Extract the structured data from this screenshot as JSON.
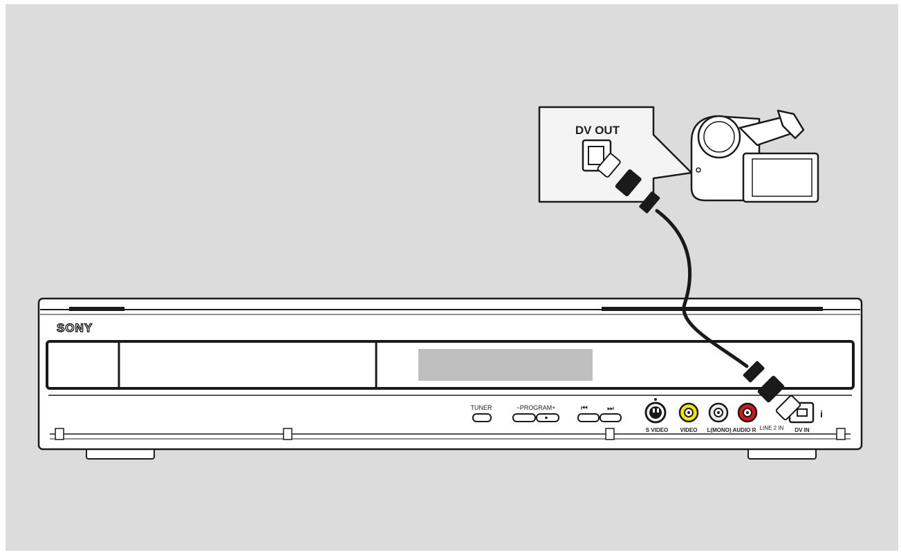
{
  "diagram": {
    "colors": {
      "background": "#dcdcdc",
      "device_fill": "#ffffff",
      "stroke": "#1a1a1a",
      "display_window": "#bfbfbf",
      "video_jack": "#f2e600",
      "audio_r_jack": "#d9141b",
      "callout_fill": "#f4f4f4"
    },
    "brand": "SONY",
    "callout": {
      "port_label": "DV OUT"
    },
    "recorder": {
      "buttons": {
        "tuner": "TUNER",
        "program": "−PROGRAM+",
        "skip_back": "⏮",
        "skip_forward": "⏭"
      },
      "jacks": {
        "s_video": "S VIDEO",
        "video": "VIDEO",
        "audio": "L(MONO) AUDIO R",
        "line_in": "LINE 2 IN",
        "dv_in": "DV IN",
        "info_icon": "i"
      }
    }
  }
}
